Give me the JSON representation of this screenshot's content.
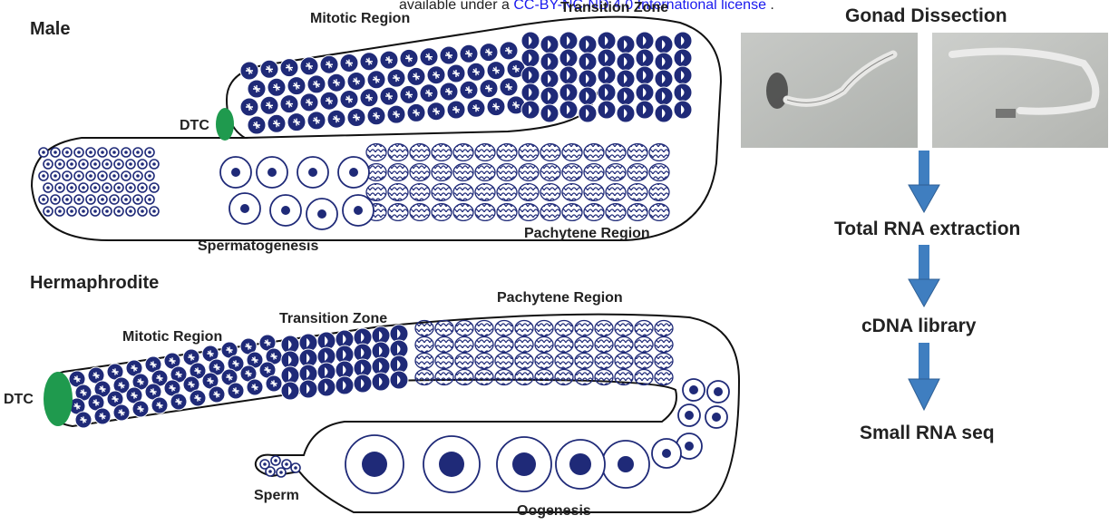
{
  "banner": {
    "prefix": "available under a",
    "link": "CC-BY-NC-ND 4.0 International license",
    "suffix": "."
  },
  "male": {
    "heading": "Male",
    "labels": {
      "mitotic": "Mitotic Region",
      "transition": "Transition Zone",
      "dtc": "DTC",
      "spermatogenesis": "Spermatogenesis",
      "pachytene": "Pachytene Region"
    }
  },
  "hermaphrodite": {
    "heading": "Hermaphrodite",
    "labels": {
      "pachytene": "Pachytene Region",
      "transition": "Transition Zone",
      "mitotic": "Mitotic Region",
      "dtc": "DTC",
      "sperm": "Sperm",
      "oogenesis": "Oogenesis"
    }
  },
  "workflow": {
    "title": "Gonad Dissection",
    "steps": [
      "Total RNA extraction",
      "cDNA library",
      "Small RNA seq"
    ]
  },
  "colors": {
    "cell_fill": "#1f2a78",
    "outline": "#1f2a78",
    "dtc_green": "#1f9a4e",
    "arrow_blue": "#3f7ec0",
    "link_blue": "#1a1aee",
    "text": "#222222"
  }
}
